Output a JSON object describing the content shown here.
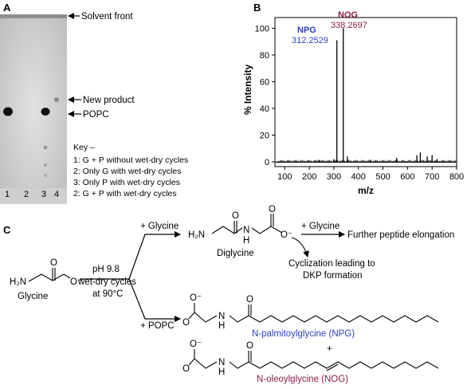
{
  "panel_a": {
    "label": "A",
    "arrows": {
      "solvent_front": "Solvent front",
      "new_product": "New product",
      "popc": "POPC"
    },
    "key_title": "Key –",
    "key_items": [
      "1: G + P without wet-dry cycles",
      "2: Only G with wet-dry cycles",
      "3: Only P with wet-dry cycles",
      "2: G + P with wet-dry cycles"
    ],
    "lanes": [
      "1",
      "2",
      "3",
      "4"
    ]
  },
  "panel_b": {
    "label": "B",
    "peak1": {
      "name": "NPG",
      "mz": "312.2529",
      "color": "#2b3fbf"
    },
    "peak2": {
      "name": "NOG",
      "mz": "338.2697",
      "color": "#8b1c4a"
    }
  },
  "chart_data": {
    "type": "bar",
    "xlabel": "m/z",
    "ylabel": "% Intensity",
    "xlim": [
      60,
      800
    ],
    "ylim": [
      0,
      108
    ],
    "x_ticks": [
      100,
      200,
      300,
      400,
      500,
      600,
      700,
      800
    ],
    "y_ticks": [
      0,
      20,
      40,
      60,
      80,
      100
    ],
    "peaks": [
      {
        "x": 312.2529,
        "y": 91
      },
      {
        "x": 338.2697,
        "y": 100
      },
      {
        "x": 355,
        "y": 4
      },
      {
        "x": 300,
        "y": 2
      },
      {
        "x": 556,
        "y": 3
      },
      {
        "x": 638,
        "y": 5
      },
      {
        "x": 652,
        "y": 7
      },
      {
        "x": 680,
        "y": 4
      },
      {
        "x": 700,
        "y": 5
      },
      {
        "x": 720,
        "y": 2
      },
      {
        "x": 240,
        "y": 1.5
      },
      {
        "x": 450,
        "y": 1.5
      }
    ]
  },
  "panel_c": {
    "label": "C",
    "glycine": "Glycine",
    "h2n": "H₂N",
    "o": "O",
    "o_minus": "O⁻",
    "nh": "H",
    "n": "N",
    "conditions": [
      "pH 9.8",
      "wet-dry cycles",
      "at 90°C"
    ],
    "plus_glycine_1": "+ Glycine",
    "plus_glycine_2": "+ Glycine",
    "plus_popc": "+ POPC",
    "diglycine": "Diglycine",
    "further": "Further peptide elongation",
    "cyclization_1": "Cyclization leading to",
    "cyclization_2": "DKP formation",
    "npg_name": "N-palmitoylglycine (NPG)",
    "nog_name": "N-oleoylglycine (NOG)",
    "plus": "+",
    "npg_color": "#2b3fbf",
    "nog_color": "#8b1c4a"
  }
}
